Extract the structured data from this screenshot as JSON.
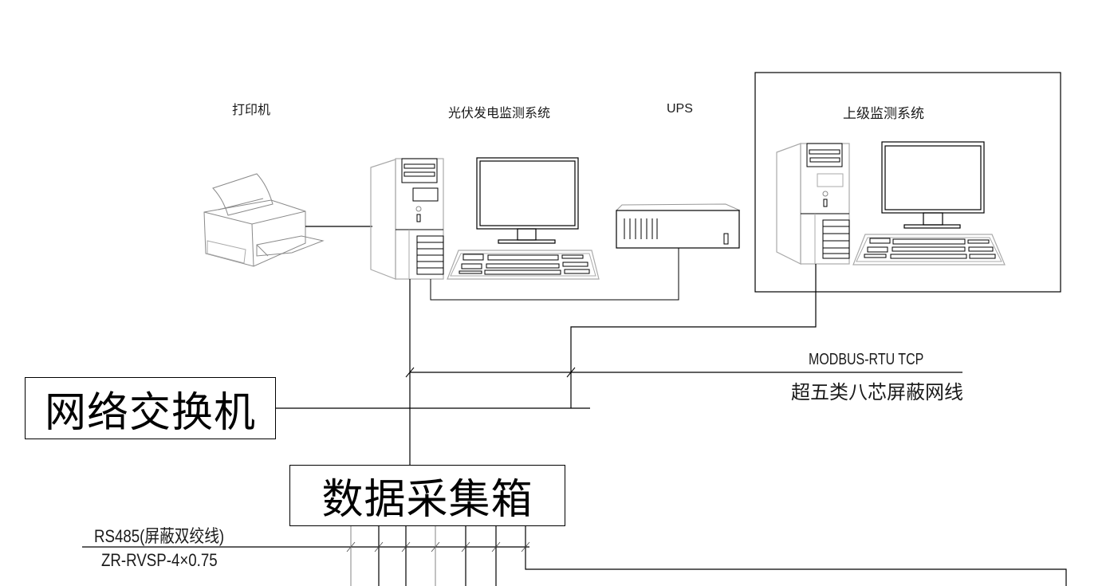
{
  "diagram": {
    "title": "光伏发电监测系统网络结构图",
    "devices": {
      "printer": {
        "label": "打印机",
        "icon": "printer-icon"
      },
      "pv_monitor": {
        "label": "光伏发电监测系统",
        "icon": "workstation-icon"
      },
      "ups": {
        "label": "UPS",
        "icon": "ups-icon"
      },
      "upper_monitor": {
        "label": "上级监测系统",
        "icon": "workstation-icon"
      }
    },
    "boxes": {
      "switch": {
        "label": "网络交换机"
      },
      "collector": {
        "label": "数据采集箱"
      }
    },
    "cables": {
      "ethernet": {
        "protocol": "MODBUS-RTU TCP",
        "type": "超五类八芯屏蔽网线"
      },
      "rs485": {
        "protocol": "RS485(屏蔽双绞线)",
        "type": "ZR-RVSP-4×0.75"
      }
    },
    "collector_outputs": 7
  }
}
